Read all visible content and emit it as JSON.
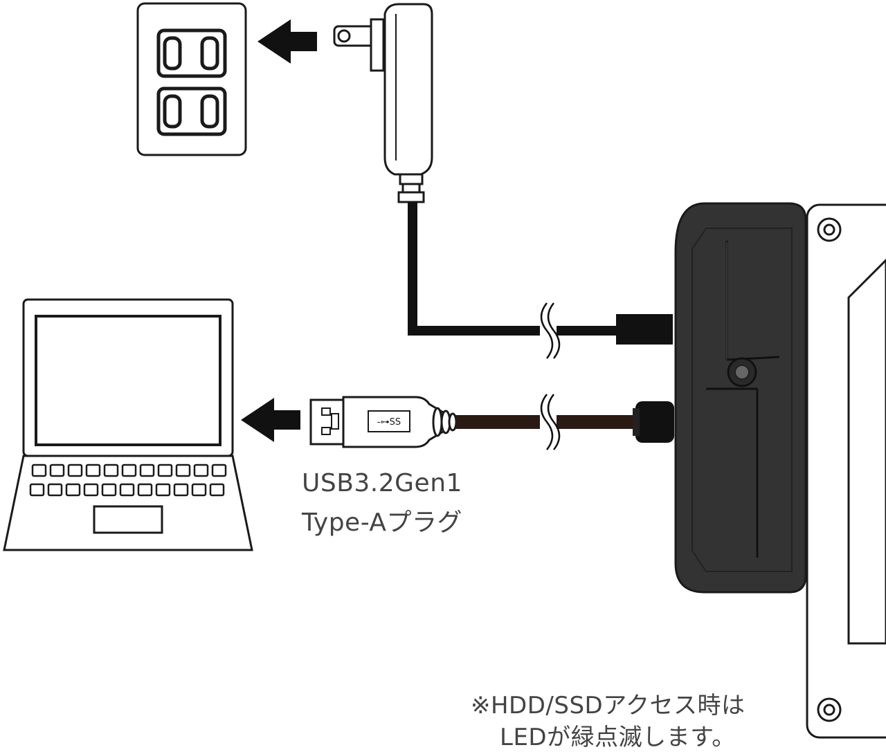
{
  "usb_plug_label": {
    "line1": "USB3.2Gen1",
    "line2": "Type-Aプラグ"
  },
  "led_note": {
    "line1": "※HDD/SSDアクセス時は",
    "line2": "LEDが緑点滅します。"
  },
  "usb_logo_text": "-⊶SS",
  "colors": {
    "outline": "#1a1a1a",
    "device_body": "#333333",
    "usb_cable": "#2a1a14",
    "text": "#444444"
  },
  "icons": [
    "wall-outlet-icon",
    "ac-adapter-icon",
    "laptop-icon",
    "usb-a-plug-icon",
    "drive-dock-icon",
    "hard-drive-icon",
    "arrow-left-icon"
  ]
}
